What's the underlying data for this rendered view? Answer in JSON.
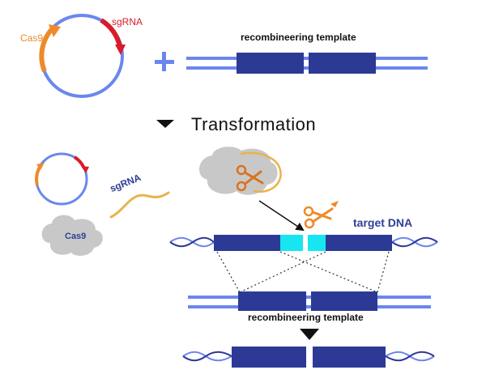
{
  "plasmid": {
    "cas9_label": "Cas9",
    "sgrna_label": "sgRNA"
  },
  "template_top": {
    "label": "recombineering template"
  },
  "step": {
    "label": "Transformation"
  },
  "cell": {
    "sgrna_label": "sgRNA",
    "cas9_label": "Cas9"
  },
  "genome": {
    "target_label": "target DNA"
  },
  "template_bottom": {
    "label": "recombineering template"
  },
  "colors": {
    "plasmid_backbone": "#6b87ee",
    "cas9_orange": "#ee8a2a",
    "sgrna_red": "#d81c2a",
    "dna_dark_blue": "#2c3a96",
    "dna_light_blue": "#6b87ee",
    "cut_site_cyan": "#17e6f2",
    "protein_gray": "#c8c8c8",
    "sgrna_strand_gold": "#e8b34a"
  }
}
